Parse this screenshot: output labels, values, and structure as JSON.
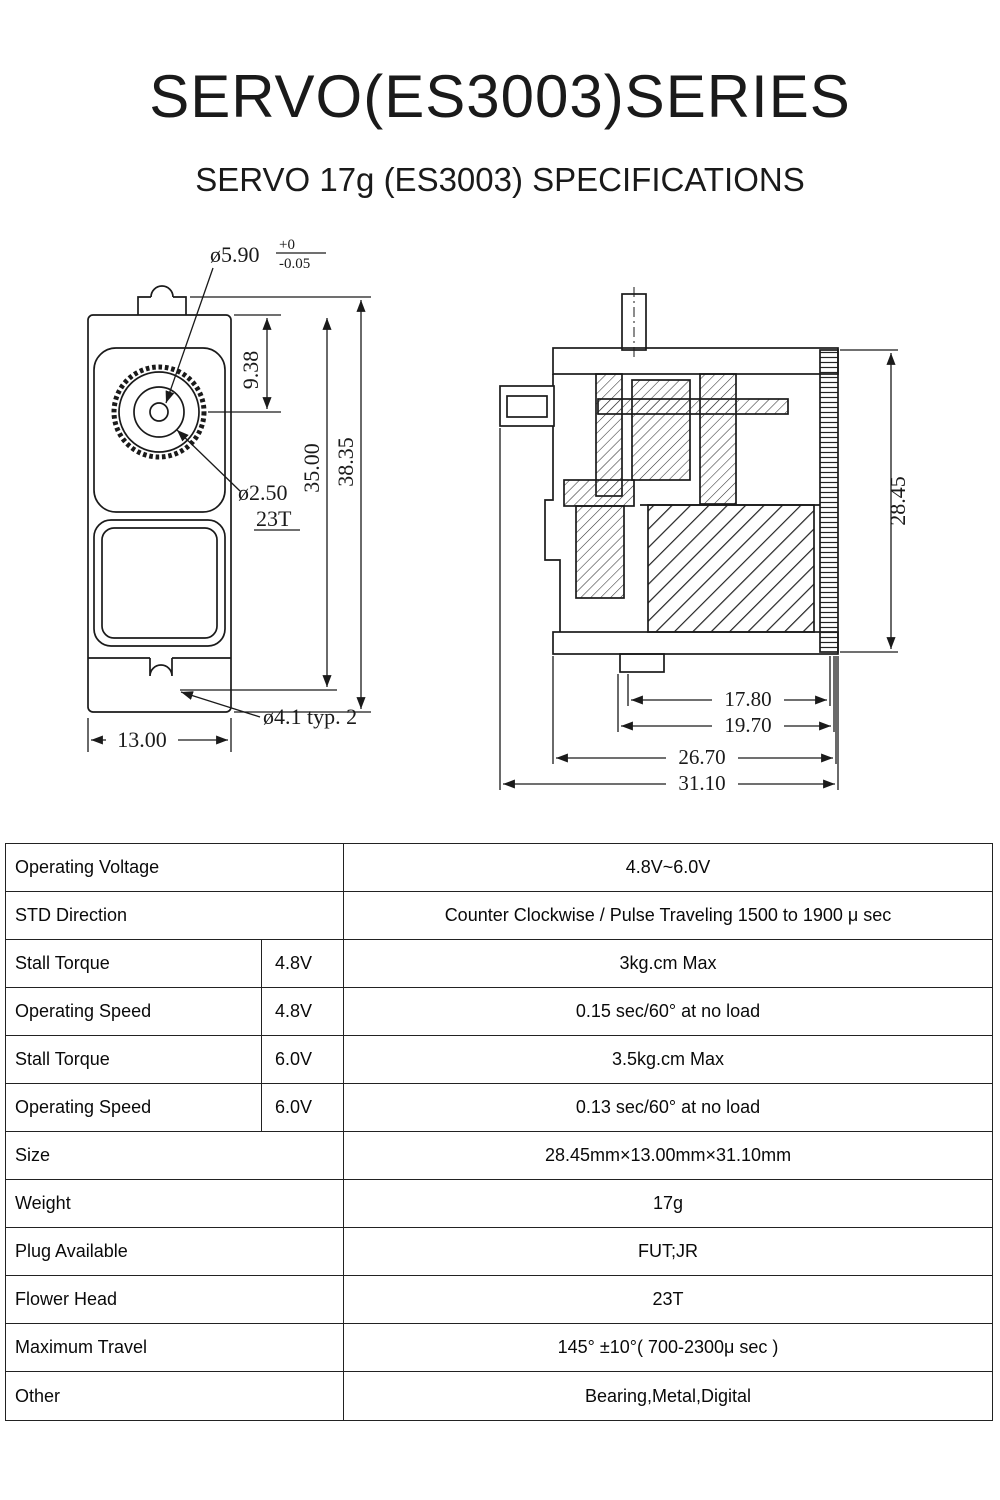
{
  "header": {
    "title": "SERVO(ES3003)SERIES",
    "subtitle": "SERVO 17g (ES3003) SPECIFICATIONS"
  },
  "front_view": {
    "dim_gear_dia": "ø5.90",
    "dim_gear_tol_plus": "+0",
    "dim_gear_tol_minus": "-0.05",
    "dim_gear_offset": "9.38",
    "dim_spline_dia": "ø2.50",
    "spline_teeth": "23T",
    "dim_body_height": "35.00",
    "dim_total_height": "38.35",
    "dim_mount_hole": "ø4.1  typ. 2",
    "dim_body_width": "13.00"
  },
  "side_view": {
    "dim_height": "28.45",
    "dim_w1": "17.80",
    "dim_w2": "19.70",
    "dim_w3": "26.70",
    "dim_w4": "31.10"
  },
  "spec_table": {
    "rows": [
      {
        "label": "Operating Voltage",
        "sub": "",
        "value": "4.8V~6.0V"
      },
      {
        "label": "STD Direction",
        "sub": "",
        "value": "Counter Clockwise / Pulse Traveling 1500 to 1900 μ sec"
      },
      {
        "label": "Stall Torque",
        "sub": "4.8V",
        "value": "3kg.cm Max"
      },
      {
        "label": "Operating Speed",
        "sub": "4.8V",
        "value": "0.15 sec/60° at no load"
      },
      {
        "label": "Stall Torque",
        "sub": "6.0V",
        "value": "3.5kg.cm Max"
      },
      {
        "label": "Operating Speed",
        "sub": "6.0V",
        "value": "0.13 sec/60° at no load"
      },
      {
        "label": "Size",
        "sub": "",
        "value": "28.45mm×13.00mm×31.10mm"
      },
      {
        "label": "Weight",
        "sub": "",
        "value": "17g"
      },
      {
        "label": "Plug Available",
        "sub": "",
        "value": "FUT;JR"
      },
      {
        "label": "Flower Head",
        "sub": "",
        "value": "23T"
      },
      {
        "label": "Maximum Travel",
        "sub": "",
        "value": "145° ±10°( 700-2300μ sec )"
      },
      {
        "label": "Other",
        "sub": "",
        "value": "Bearing,Metal,Digital"
      }
    ]
  }
}
